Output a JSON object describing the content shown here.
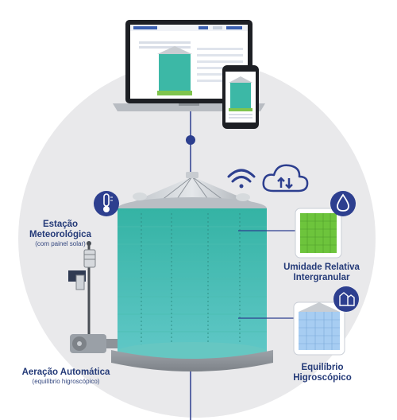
{
  "colors": {
    "navy": "#2d3f8f",
    "label": "#243a78",
    "silo_teal": "#3bb7a6",
    "grid_green": "#6dc43c",
    "grid_blue": "#a7cdf2",
    "background_circle": "#e9e9eb",
    "steel": "#a8adb3"
  },
  "icons": [
    "laptop-icon",
    "smartphone-icon",
    "wifi-icon",
    "cloud-sync-icon",
    "thermometer-icon",
    "humidity-drop-icon",
    "grain-bin-icon",
    "weather-station-icon",
    "aeration-fan-icon"
  ],
  "labels": {
    "station": {
      "line1": "Estação",
      "line2": "Meteorológica",
      "note": "(com painel solar)"
    },
    "humidity": {
      "line1": "Umidade Relativa",
      "line2": "Intergranular"
    },
    "aeration": {
      "line1": "Aeração Automática",
      "note": "(equilíbrio higroscópico)"
    },
    "equilibrium": {
      "line1": "Equilíbrio",
      "line2": "Higroscópico"
    }
  }
}
